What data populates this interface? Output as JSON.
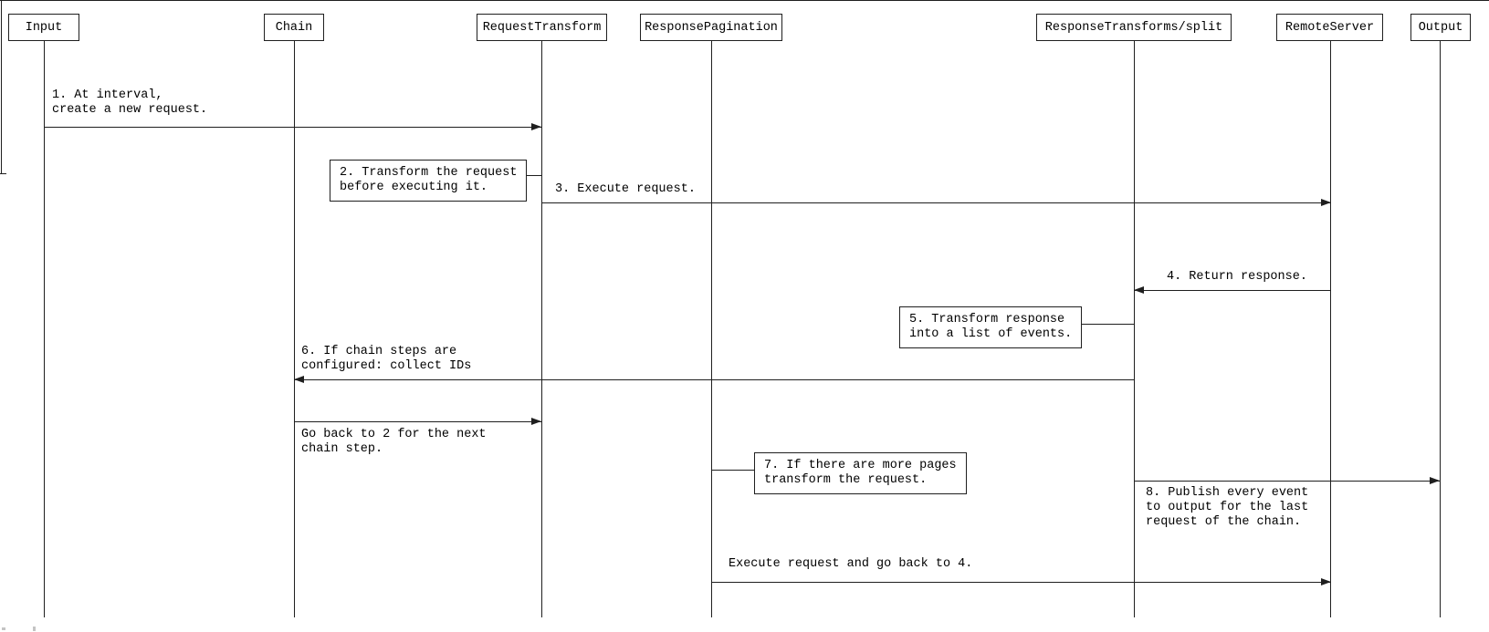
{
  "diagram": {
    "kind": "sequence-diagram",
    "participants": [
      {
        "label": "Input"
      },
      {
        "label": "Chain"
      },
      {
        "label": "RequestTransform"
      },
      {
        "label": "ResponsePagination"
      },
      {
        "label": "ResponseTransforms/split"
      },
      {
        "label": "RemoteServer"
      },
      {
        "label": "Output"
      }
    ],
    "messages": [
      {
        "label": "1. At interval,\ncreate a new request.",
        "from": "Input",
        "to": "RequestTransform"
      },
      {
        "label": "2. Transform the request\nbefore executing it.",
        "note_on": "RequestTransform"
      },
      {
        "label": "3. Execute request.",
        "from": "RequestTransform",
        "to": "RemoteServer"
      },
      {
        "label": "4. Return response.",
        "from": "RemoteServer",
        "to": "ResponseTransforms/split"
      },
      {
        "label": "5. Transform response\ninto a list of events.",
        "note_on": "ResponseTransforms/split"
      },
      {
        "label": "6. If chain steps are\nconfigured: collect IDs",
        "from": "ResponseTransforms/split",
        "to": "Chain"
      },
      {
        "label": "Go back to 2 for the next\nchain step.",
        "from": "Chain",
        "to": "RequestTransform"
      },
      {
        "label": "7. If there are more pages\ntransform the request.",
        "note_on": "ResponsePagination"
      },
      {
        "label": "8. Publish every event\nto output for the last\nrequest of the chain.",
        "from": "ResponseTransforms/split",
        "to": "Output"
      },
      {
        "label": "Execute request and go back to 4.",
        "from": "ResponsePagination",
        "to": "RemoteServer"
      }
    ]
  }
}
